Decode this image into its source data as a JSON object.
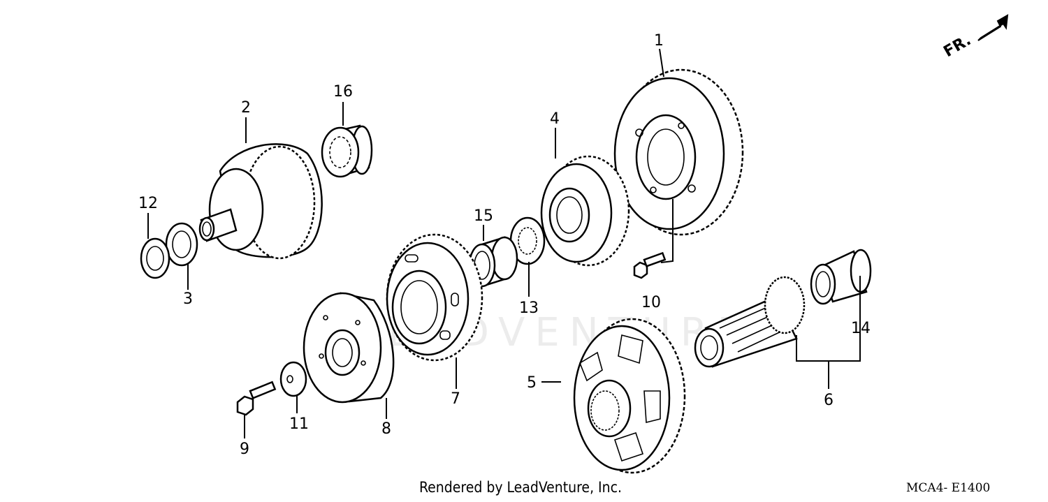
{
  "diagram": {
    "callouts": [
      "1",
      "2",
      "3",
      "4",
      "5",
      "6",
      "7",
      "8",
      "9",
      "10",
      "11",
      "12",
      "13",
      "14",
      "15",
      "16"
    ],
    "direction_label": "FR.",
    "watermark": "LEADVENTURE"
  },
  "footer": {
    "credit": "Rendered by LeadVenture, Inc.",
    "code": "MCA4- E1400"
  }
}
